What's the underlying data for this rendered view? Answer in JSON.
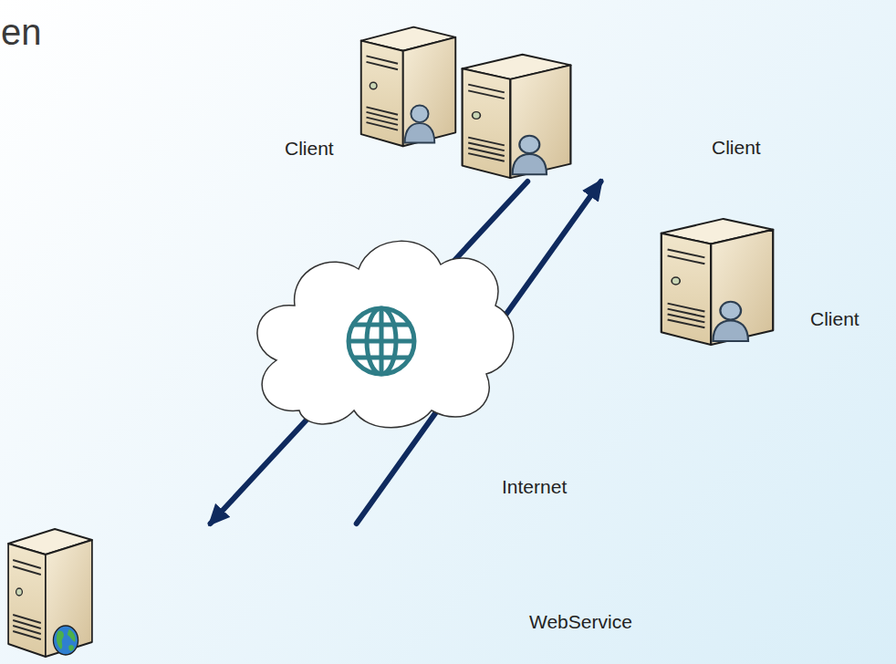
{
  "diagram": {
    "title": "en",
    "nodes": [
      {
        "text": [
          "Client"
        ]
      },
      {
        "text": [
          "Client"
        ]
      },
      {
        "text": [
          "Client"
        ]
      },
      {
        "text": [
          "Internet"
        ]
      },
      {
        "text": [
          "WebService"
        ]
      }
    ],
    "edges": [
      {
        "from": 1,
        "to": 4,
        "arrow": "to"
      },
      {
        "from": 4,
        "to": 1,
        "arrow": "to"
      }
    ]
  }
}
